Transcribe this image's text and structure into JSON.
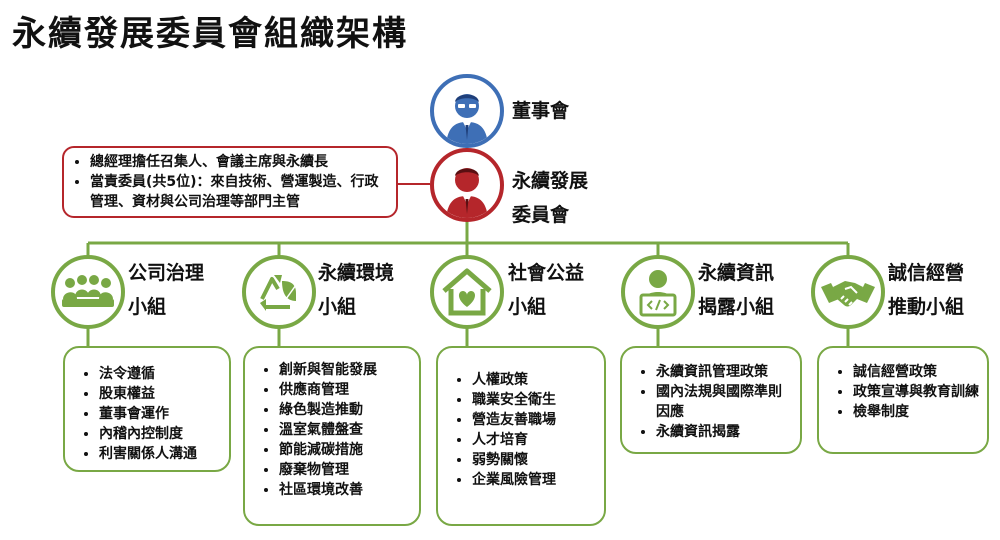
{
  "title": "永續發展委員會組織架構",
  "board": {
    "label": "董事會"
  },
  "committee": {
    "label_line1": "永續發展",
    "label_line2": "委員會",
    "notes": [
      "總經理擔任召集人、會議主席與永續長",
      "當責委員(共5位)：來自技術、營運製造、行政管理、資材與公司治理等部門主管"
    ]
  },
  "groups": [
    {
      "icon": "people-meeting-icon",
      "label_line1": "公司治理",
      "label_line2": "小組",
      "items": [
        "法令遵循",
        "股東權益",
        "董事會運作",
        "內稽內控制度",
        "利害關係人溝通"
      ]
    },
    {
      "icon": "recycle-leaf-icon",
      "label_line1": "永續環境",
      "label_line2": "小組",
      "items": [
        "創新與智能發展",
        "供應商管理",
        "綠色製造推動",
        "溫室氣體盤查",
        "節能減碳措施",
        "廢棄物管理",
        "社區環境改善"
      ]
    },
    {
      "icon": "house-heart-icon",
      "label_line1": "社會公益",
      "label_line2": "小組",
      "items": [
        "人權政策",
        "職業安全衛生",
        "營造友善職場",
        "人才培育",
        "弱勢關懷",
        "企業風險管理"
      ]
    },
    {
      "icon": "person-laptop-icon",
      "label_line1": "永續資訊",
      "label_line2": "揭露小組",
      "items": [
        "永續資訊管理政策",
        "國內法規與國際準則因應",
        "永續資訊揭露"
      ]
    },
    {
      "icon": "handshake-icon",
      "label_line1": "誠信經營",
      "label_line2": "推動小組",
      "items": [
        "誠信經營政策",
        "政策宣導與教育訓練",
        "檢舉制度"
      ]
    }
  ],
  "colors": {
    "board": "#3e6fb6",
    "committee": "#b5262b",
    "group": "#79a845"
  }
}
